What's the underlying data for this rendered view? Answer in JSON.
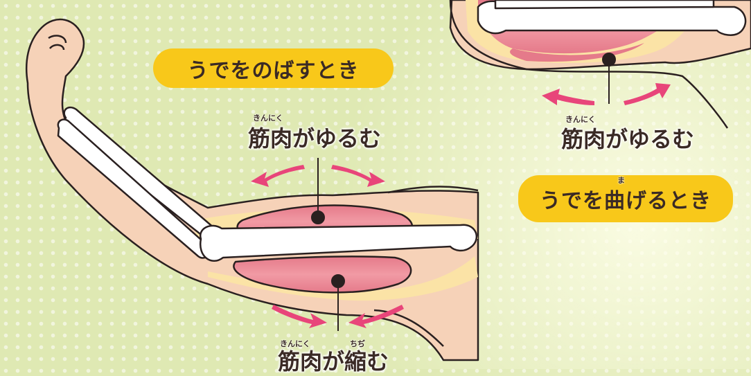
{
  "extend_section": {
    "title": "うでをのばすとき",
    "top_label": "筋肉がゆるむ",
    "top_label_ruby": "きんにく",
    "bottom_label": "筋肉が縮む",
    "bottom_label_ruby_1": "きんにく",
    "bottom_label_ruby_2": "ちぢ"
  },
  "bend_section": {
    "title": "うでを曲げるとき",
    "title_ruby": "ま",
    "label": "筋肉がゆるむ",
    "label_ruby": "きんにく"
  },
  "colors": {
    "background": "#dfe9b3",
    "pill": "#f8c81a",
    "arrow": "#e8457a",
    "muscle": "#e8798a",
    "skin": "#f6d2b8",
    "bone": "#ffffff",
    "outline": "#2a2020"
  }
}
